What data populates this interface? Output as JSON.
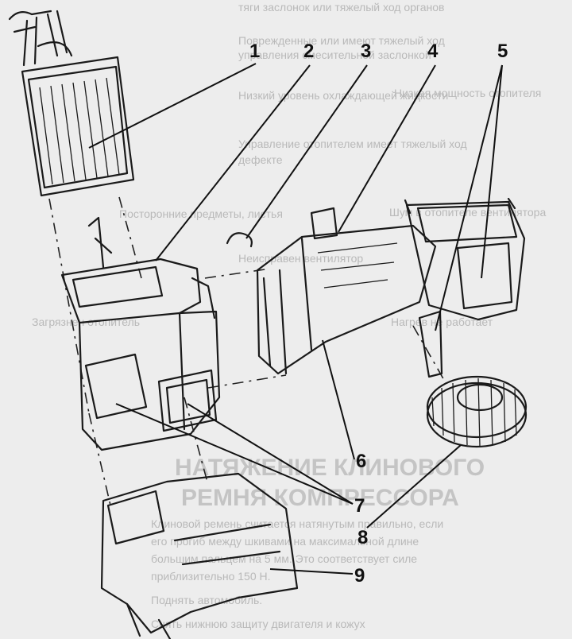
{
  "diagram": {
    "callouts": [
      {
        "label": "1"
      },
      {
        "label": "2"
      },
      {
        "label": "3"
      },
      {
        "label": "4"
      },
      {
        "label": "5"
      },
      {
        "label": "6"
      },
      {
        "label": "7"
      },
      {
        "label": "8"
      },
      {
        "label": "9"
      }
    ]
  },
  "background_text": {
    "lines": [
      "Поврежденные или имеют тяжелый ход",
      "тяги заслонок или тяжелый ход органов",
      "управления смесительной заслонкой",
      "Низкий уровень охлаждающей жидкости",
      "Управление отопителем имеет тяжелый ход",
      "дефекте",
      "Посторонние предметы, листья",
      "Неисправен вентилятор",
      "Загрязнен отопитель",
      "Шум в отопителе вентилятора",
      "Нагрев не работает",
      "Низкая мощность отопителя"
    ],
    "heading_line_1": "НАТЯЖЕНИЕ КЛИНОВОГО",
    "heading_line_2": "РЕМНЯ КОМПРЕССОРА",
    "body_lines": [
      "Клиновой ремень считается натянутым правильно, если",
      "его прогиб между шкивами на максимальной длине",
      "большим пальцем на 5 мм. Это соответствует силе",
      "приблизительно 150 Н.",
      "Поднять автомобиль.",
      "Снять нижнюю защиту двигателя и кожух"
    ]
  }
}
